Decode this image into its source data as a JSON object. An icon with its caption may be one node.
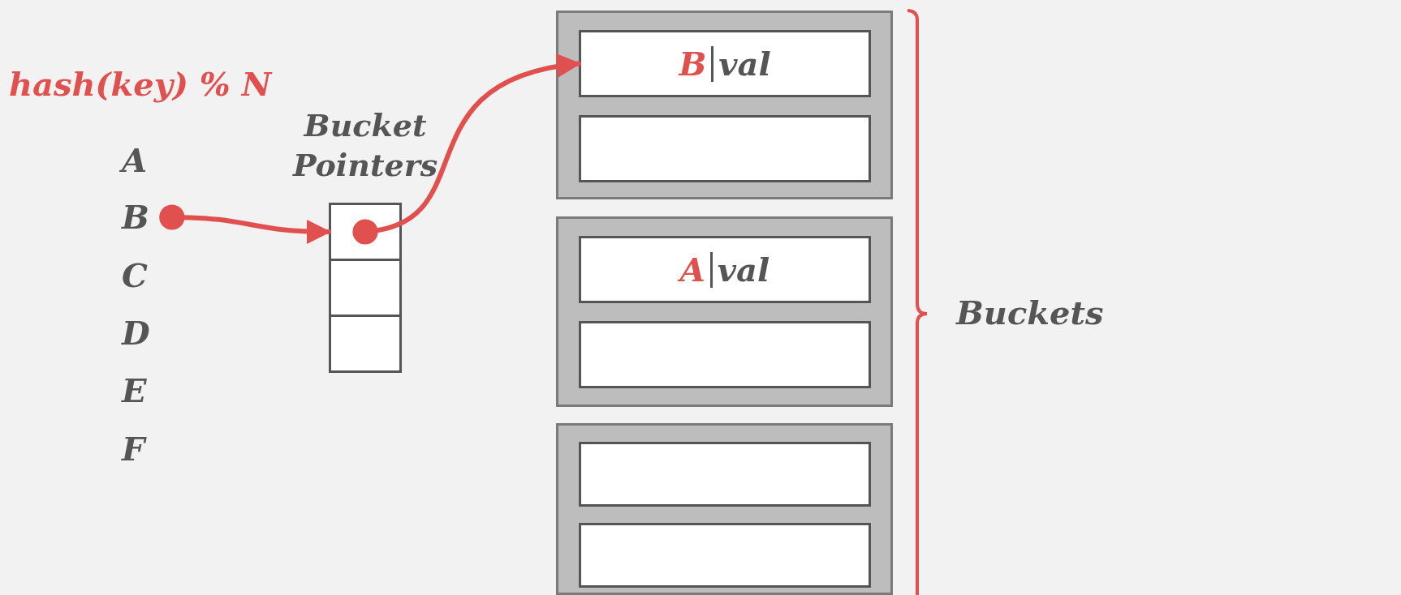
{
  "diagram": {
    "nodes": [
      {
        "text": [
          "B"
        ]
      },
      {
        "text": [
          "Bucket Pointers"
        ]
      },
      {
        "text": [],
        "shape": "box",
        "in": 1
      },
      {
        "text": [],
        "shape": "box",
        "in": 1
      },
      {
        "text": [],
        "shape": "box",
        "in": 1
      },
      {
        "text": [],
        "shape": "box"
      },
      {
        "text": [
          "B",
          "val"
        ],
        "in": 5
      },
      {
        "text": [],
        "shape": "box",
        "in": 5
      },
      {
        "text": [],
        "shape": "box"
      },
      {
        "text": [
          "A",
          "val"
        ],
        "in": 8
      },
      {
        "text": [],
        "shape": "box",
        "in": 8
      },
      {
        "text": [],
        "shape": "box"
      },
      {
        "text": [],
        "shape": "box",
        "in": 11
      },
      {
        "text": [],
        "shape": "box",
        "in": 11
      }
    ],
    "edges": [
      {
        "from": 0,
        "to": 2,
        "arrow": "to",
        "color": "#e0504e"
      },
      {
        "from": 2,
        "to": 6,
        "arrow": "to",
        "color": "#e0504e"
      }
    ],
    "labels": [
      "hash(key) % N",
      "A",
      "C",
      "D",
      "E",
      "F",
      "Buckets"
    ]
  }
}
